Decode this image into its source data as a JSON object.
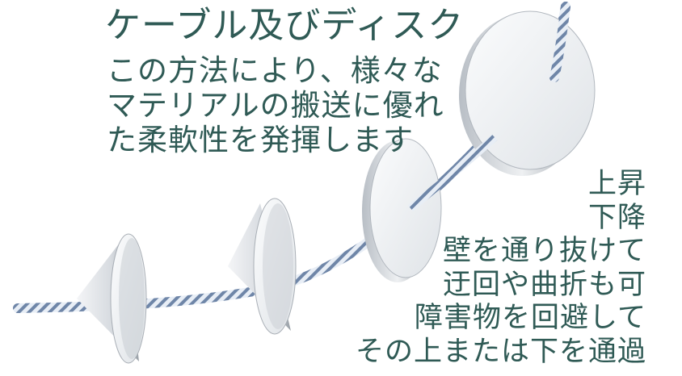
{
  "title": "ケーブル及びディスク",
  "intro_lines": [
    "この方法により、様々な",
    "マテリアルの搬送に優れ",
    "た柔軟性を発揮します"
  ],
  "feature_lines": [
    "上昇",
    "下降",
    "壁を通り抜けて",
    "迂回や曲折も可",
    "障害物を回避して",
    "その上または下を通過"
  ],
  "colors": {
    "text": "#2f5a55",
    "disc": "#e9ecef",
    "disc_shadow": "#9aa1a8",
    "cable_light": "#e8eef6",
    "cable_dark": "#6f86a8",
    "background": "#ffffff"
  }
}
